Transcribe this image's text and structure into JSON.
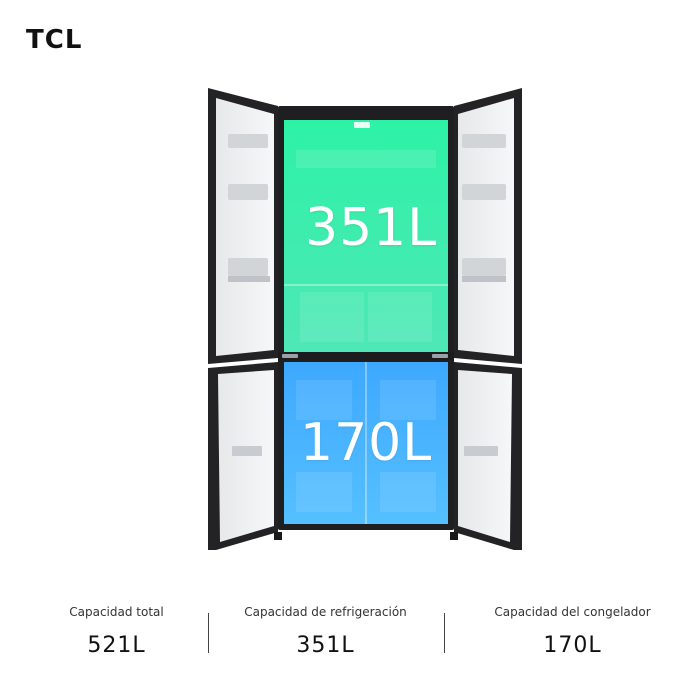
{
  "brand": {
    "name": "TCL"
  },
  "product": {
    "fridge_capacity_overlay": "351L",
    "freezer_capacity_overlay": "170L"
  },
  "stats": [
    {
      "label": "Capacidad total",
      "value": "521L"
    },
    {
      "label": "Capacidad de refrigeración",
      "value": "351L"
    },
    {
      "label": "Capacidad del congelador",
      "value": "170L"
    }
  ],
  "colors": {
    "fridge_highlight": "#3de8a8",
    "freezer_highlight": "#49b4ff",
    "cabinet": "#2a2a2c",
    "interior": "#e9ebed"
  }
}
